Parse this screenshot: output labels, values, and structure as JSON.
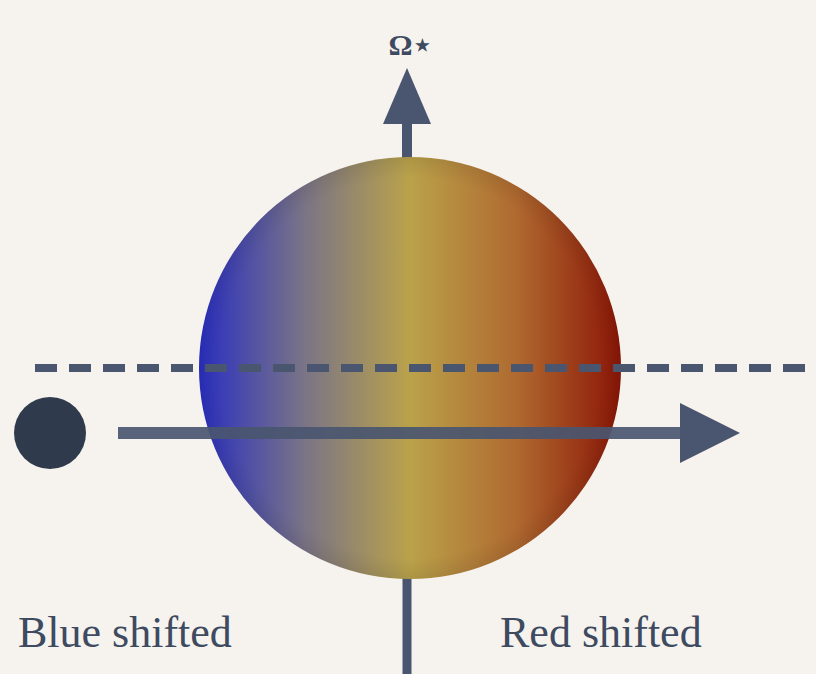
{
  "diagram": {
    "labels": [
      "Ω⋆",
      "Blue shifted",
      "Red shifted"
    ]
  }
}
